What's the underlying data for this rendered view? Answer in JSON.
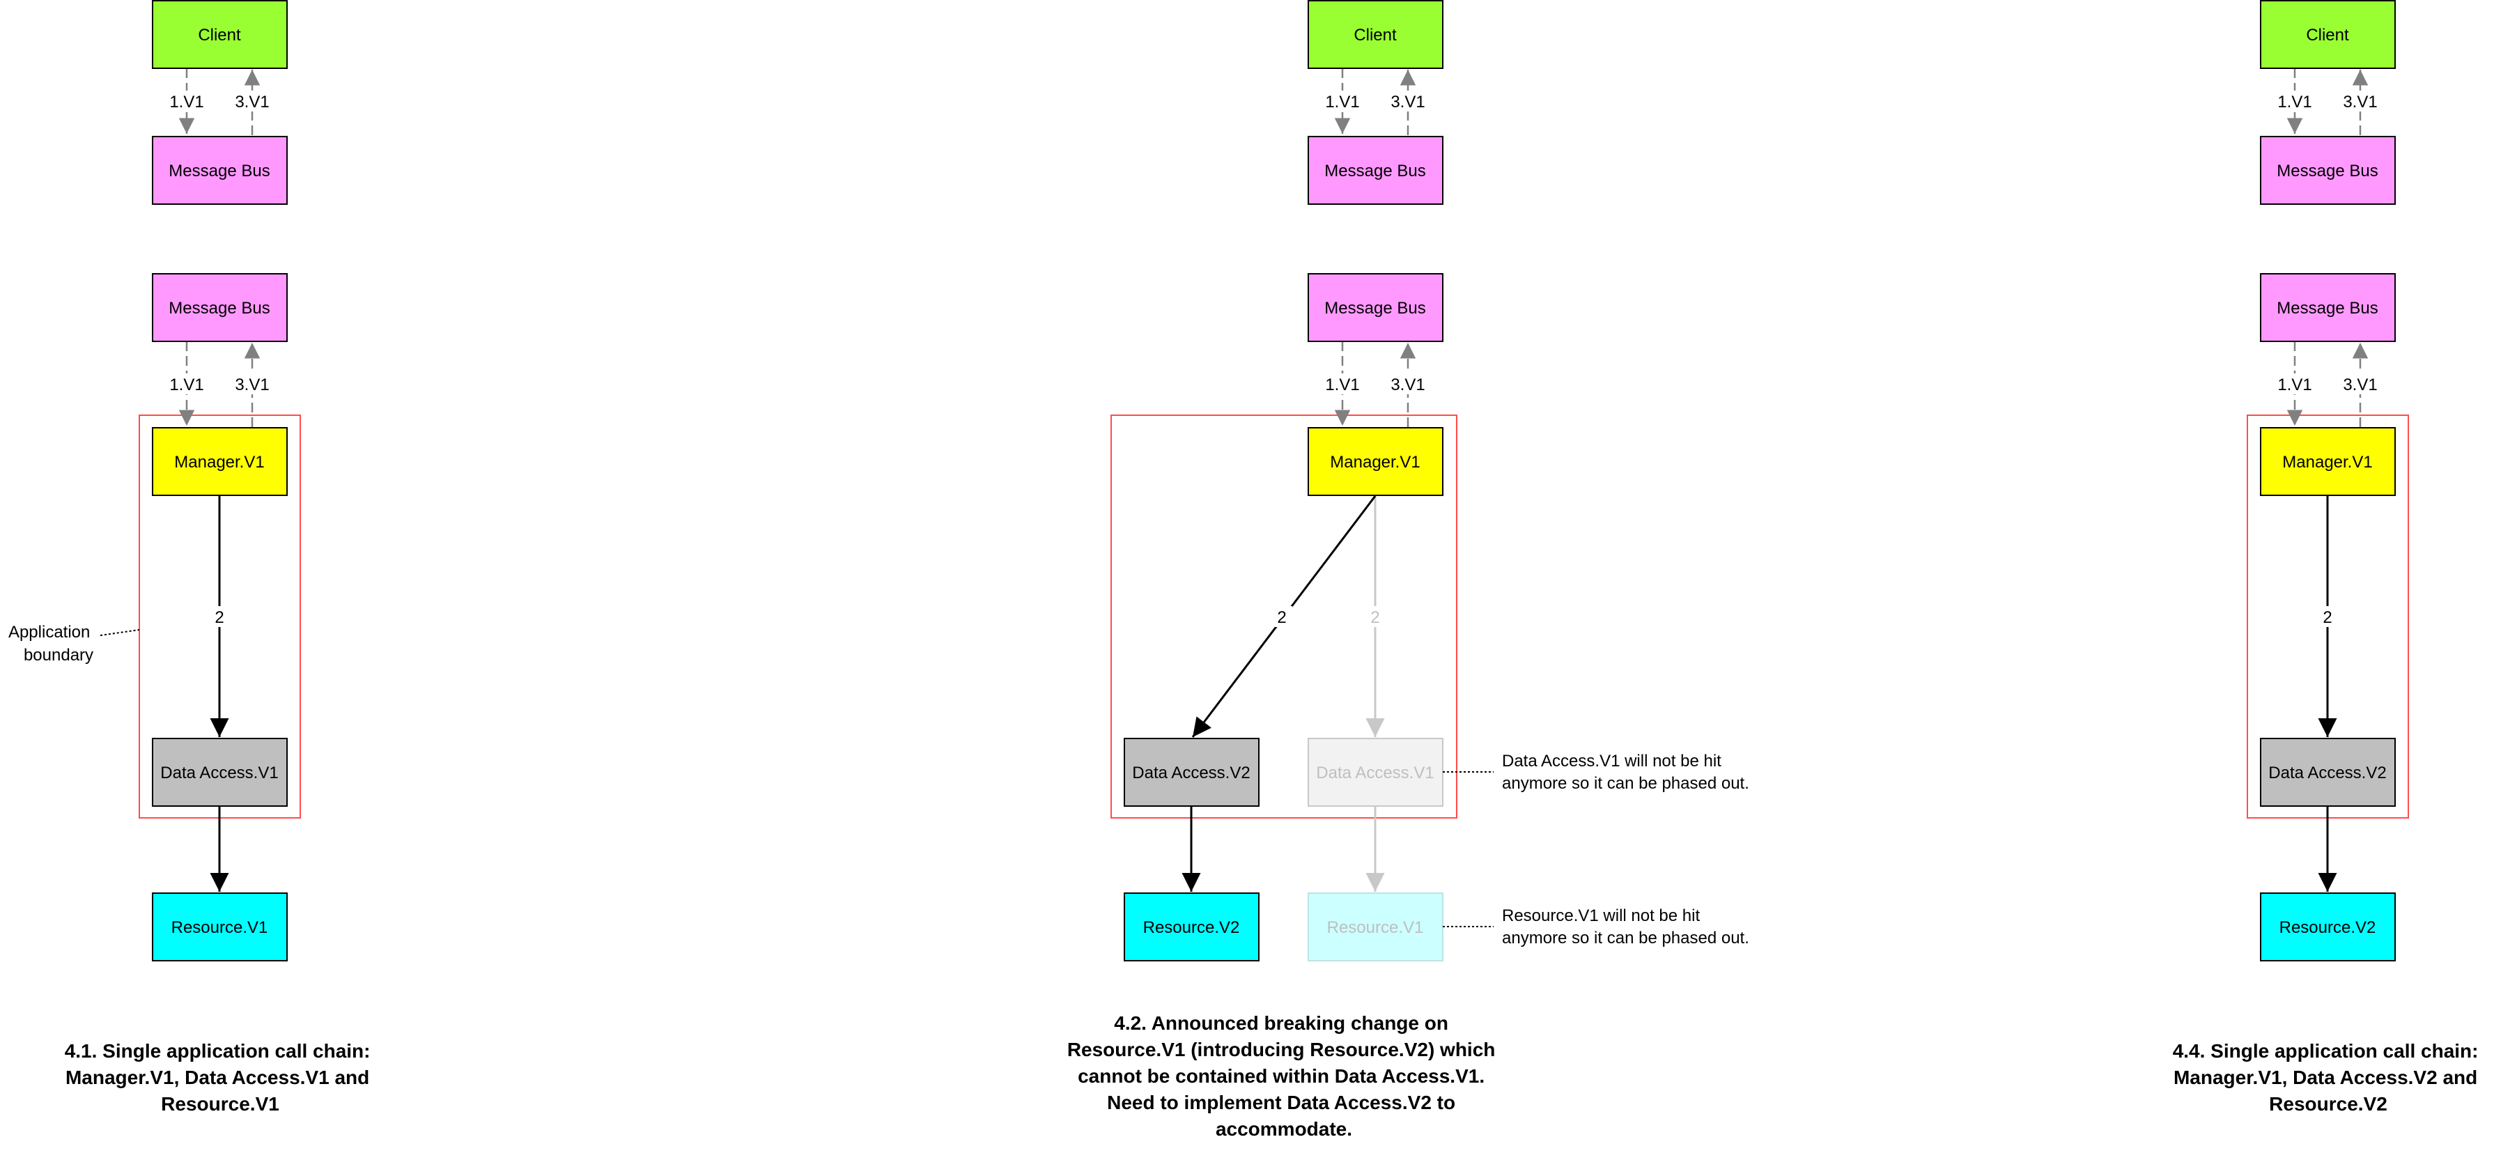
{
  "colors": {
    "client": "#99ff33",
    "bus": "#ff99ff",
    "manager": "#ffff00",
    "data_access": "#c0bfc0",
    "resource": "#00ffff",
    "boundary": "#ff4d4d",
    "dashed_arrow": "#808080",
    "faded_arrow": "#c8c8c8",
    "faded_text": "#bfbfbf"
  },
  "panel1": {
    "client": "Client",
    "bus_top": "Message Bus",
    "bus_bottom": "Message Bus",
    "manager": "Manager.V1",
    "data_access": "Data Access.V1",
    "resource": "Resource.V1",
    "edge_1a": "1.V1",
    "edge_3a": "3.V1",
    "edge_1b": "1.V1",
    "edge_3b": "3.V1",
    "edge_2": "2",
    "boundary_label": [
      "Application",
      "boundary"
    ],
    "caption": [
      "4.1. Single application call chain:",
      "Manager.V1, Data Access.V1 and",
      "Resource.V1"
    ]
  },
  "panel2": {
    "client": "Client",
    "bus_top": "Message Bus",
    "bus_bottom": "Message Bus",
    "manager": "Manager.V1",
    "data_access_new": "Data Access.V2",
    "data_access_old": "Data Access.V1",
    "resource_new": "Resource.V2",
    "resource_old": "Resource.V1",
    "edge_1a": "1.V1",
    "edge_3a": "3.V1",
    "edge_1b": "1.V1",
    "edge_3b": "3.V1",
    "edge_2_new": "2",
    "edge_2_old": "2",
    "note_data_access": [
      "Data Access.V1 will not be hit",
      "anymore so it can be phased out."
    ],
    "note_resource": [
      "Resource.V1 will not be hit",
      "anymore so it can be phased out."
    ],
    "caption": [
      "4.2. Announced breaking change on",
      "Resource.V1 (introducing Resource.V2) which",
      "cannot be contained within Data Access.V1.",
      "Need to implement Data Access.V2 to",
      "accommodate."
    ]
  },
  "panel3": {
    "client": "Client",
    "bus_top": "Message Bus",
    "bus_bottom": "Message Bus",
    "manager": "Manager.V1",
    "data_access": "Data Access.V2",
    "resource": "Resource.V2",
    "edge_1a": "1.V1",
    "edge_3a": "3.V1",
    "edge_1b": "1.V1",
    "edge_3b": "3.V1",
    "edge_2": "2",
    "caption": [
      "4.4. Single application call chain:",
      "Manager.V1, Data Access.V2 and",
      "Resource.V2"
    ]
  }
}
